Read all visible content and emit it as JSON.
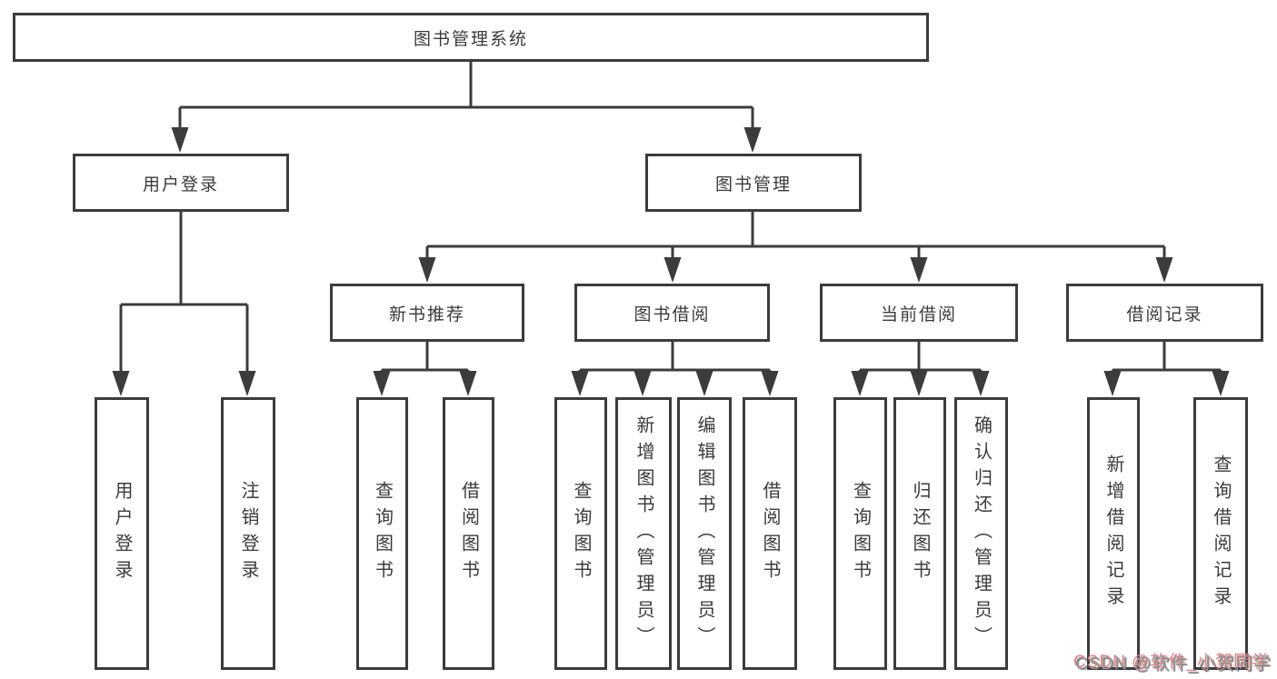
{
  "diagram": {
    "title": "图书管理系统",
    "branches": [
      {
        "label": "用户登录",
        "children": [
          {
            "label": "用户登录"
          },
          {
            "label": "注销登录"
          }
        ]
      },
      {
        "label": "图书管理",
        "children": [
          {
            "label": "新书推荐",
            "children": [
              {
                "label": "查询图书"
              },
              {
                "label": "借阅图书"
              }
            ]
          },
          {
            "label": "图书借阅",
            "children": [
              {
                "label": "查询图书"
              },
              {
                "label": "新增图书（管理员）"
              },
              {
                "label": "编辑图书（管理员）"
              },
              {
                "label": "借阅图书"
              }
            ]
          },
          {
            "label": "当前借阅",
            "children": [
              {
                "label": "查询图书"
              },
              {
                "label": "归还图书"
              },
              {
                "label": "确认归还（管理员）"
              }
            ]
          },
          {
            "label": "借阅记录",
            "children": [
              {
                "label": "新增借阅记录"
              },
              {
                "label": "查询借阅记录"
              }
            ]
          }
        ]
      }
    ]
  },
  "watermark": {
    "text": "CSDN @软件_小贺同学"
  },
  "colors": {
    "line": "#3c3c3c",
    "text": "#3b3b3b",
    "background": "#ffffff",
    "watermark": "#9a9a9a",
    "watermark_accent": "#e87f7f"
  }
}
